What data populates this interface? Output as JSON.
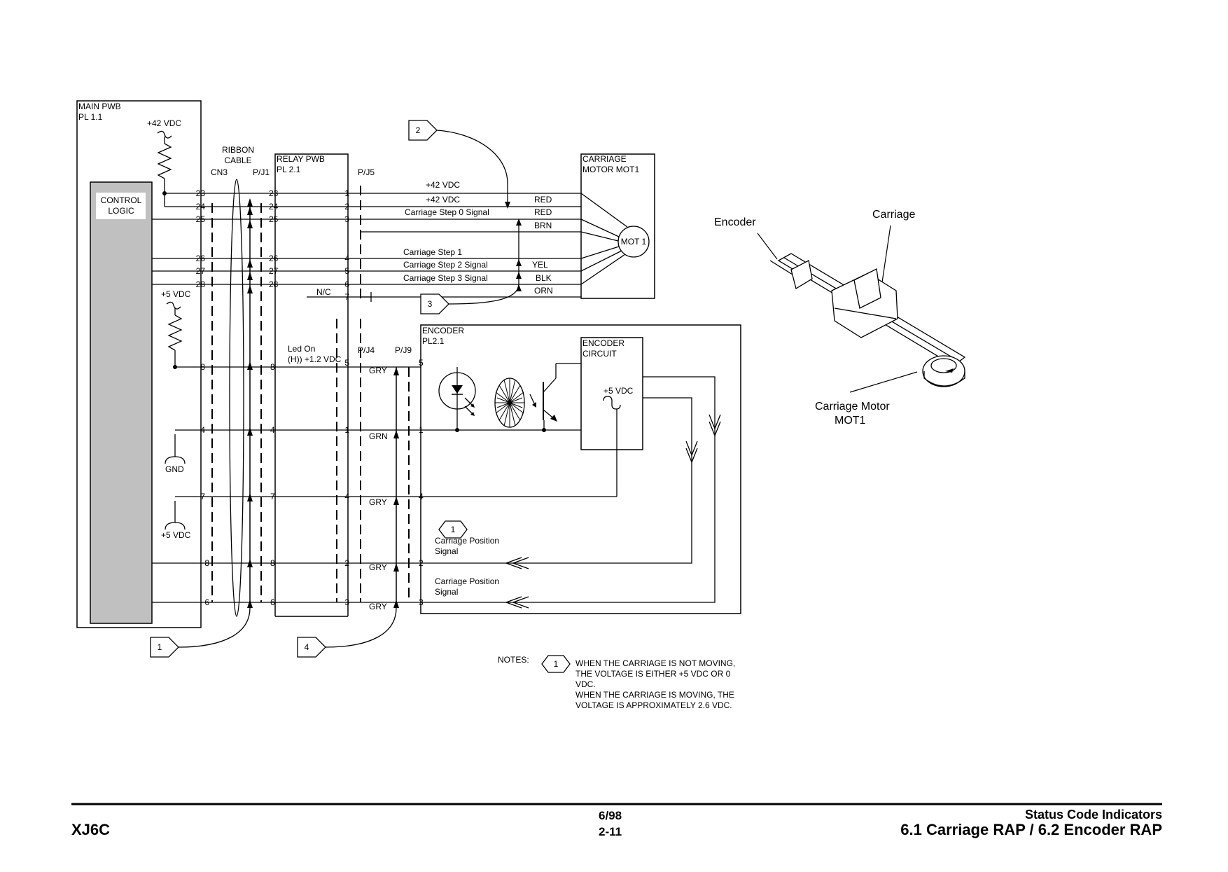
{
  "boxes": {
    "main_pwb": {
      "title": "MAIN PWB",
      "pl": "PL 1.1"
    },
    "control_logic": {
      "line1": "CONTROL",
      "line2": "LOGIC"
    },
    "relay_pwb": {
      "title": "RELAY PWB",
      "pl": "PL 2.1"
    },
    "carriage_motor": {
      "line1": "CARRIAGE",
      "line2": "MOTOR MOT1",
      "mot": "MOT 1"
    },
    "encoder": {
      "title": "ENCODER",
      "pl": "PL2.1"
    },
    "encoder_circuit": {
      "line1": "ENCODER",
      "line2": "CIRCUIT",
      "supply": "+5 VDC"
    }
  },
  "labels": {
    "vdc42": "+42 VDC",
    "vdc5": "+5 VDC",
    "gnd": "GND",
    "ribbon1": "RIBBON",
    "ribbon2": "CABLE",
    "cn3": "CN3",
    "pj1": "P/J1",
    "pj5": "P/J5",
    "pj4": "P/J4",
    "pj9": "P/J9",
    "nc": "N/C",
    "led1": "Led On",
    "led2": "(H)) +1.2 VDC"
  },
  "motor_signals": [
    {
      "name": "+42 VDC",
      "color": ""
    },
    {
      "name": "+42 VDC",
      "color": "RED"
    },
    {
      "name": "Carriage Step 0 Signal",
      "color": "RED"
    },
    {
      "name": "",
      "color": "BRN"
    },
    {
      "name": "Carriage Step 1",
      "color": ""
    },
    {
      "name": "Carriage Step 2 Signal",
      "color": "YEL"
    },
    {
      "name": "Carriage Step 3  Signal",
      "color": "BLK"
    },
    {
      "name": "",
      "color": "ORN"
    }
  ],
  "pins": {
    "cn3_top": [
      "23",
      "24",
      "25",
      "26",
      "27",
      "28"
    ],
    "pj1_top": [
      "23",
      "24",
      "25",
      "26",
      "27",
      "28"
    ],
    "pj5": [
      "1",
      "2",
      "3",
      "4",
      "5",
      "6",
      "7"
    ],
    "cn3_bottom": [
      "8",
      "4",
      "7",
      "8",
      "6"
    ],
    "pj1_bottom": [
      "8",
      "4",
      "7",
      "8",
      "6"
    ],
    "pj4": [
      "5",
      "1",
      "4",
      "2",
      "3"
    ],
    "pj9": [
      "5",
      "1",
      "4",
      "2",
      "3"
    ]
  },
  "wire_colors": [
    "GRY",
    "GRN",
    "GRY",
    "GRY",
    "GRY"
  ],
  "encoder_signals": {
    "pos1a": "Carriage Position",
    "pos1b": "Signal",
    "pos2a": "Carriage Position",
    "pos2b": "Signal"
  },
  "callouts": [
    "1",
    "2",
    "3",
    "4"
  ],
  "hex_note": "1",
  "notes": {
    "heading": "NOTES:",
    "lines": [
      "WHEN THE CARRIAGE IS NOT MOVING,",
      "THE VOLTAGE IS EITHER +5 VDC OR  0",
      "VDC.",
      "WHEN THE CARRIAGE IS MOVING, THE",
      "VOLTAGE IS APPROXIMATELY 2.6 VDC."
    ]
  },
  "assembly": {
    "encoder": "Encoder",
    "carriage": "Carriage",
    "motor1": "Carriage Motor",
    "motor2": "MOT1"
  },
  "footer": {
    "model": "XJ6C",
    "date": "6/98",
    "page": "2-11",
    "section": "Status Code Indicators",
    "title": "6.1 Carriage RAP / 6.2 Encoder RAP"
  }
}
